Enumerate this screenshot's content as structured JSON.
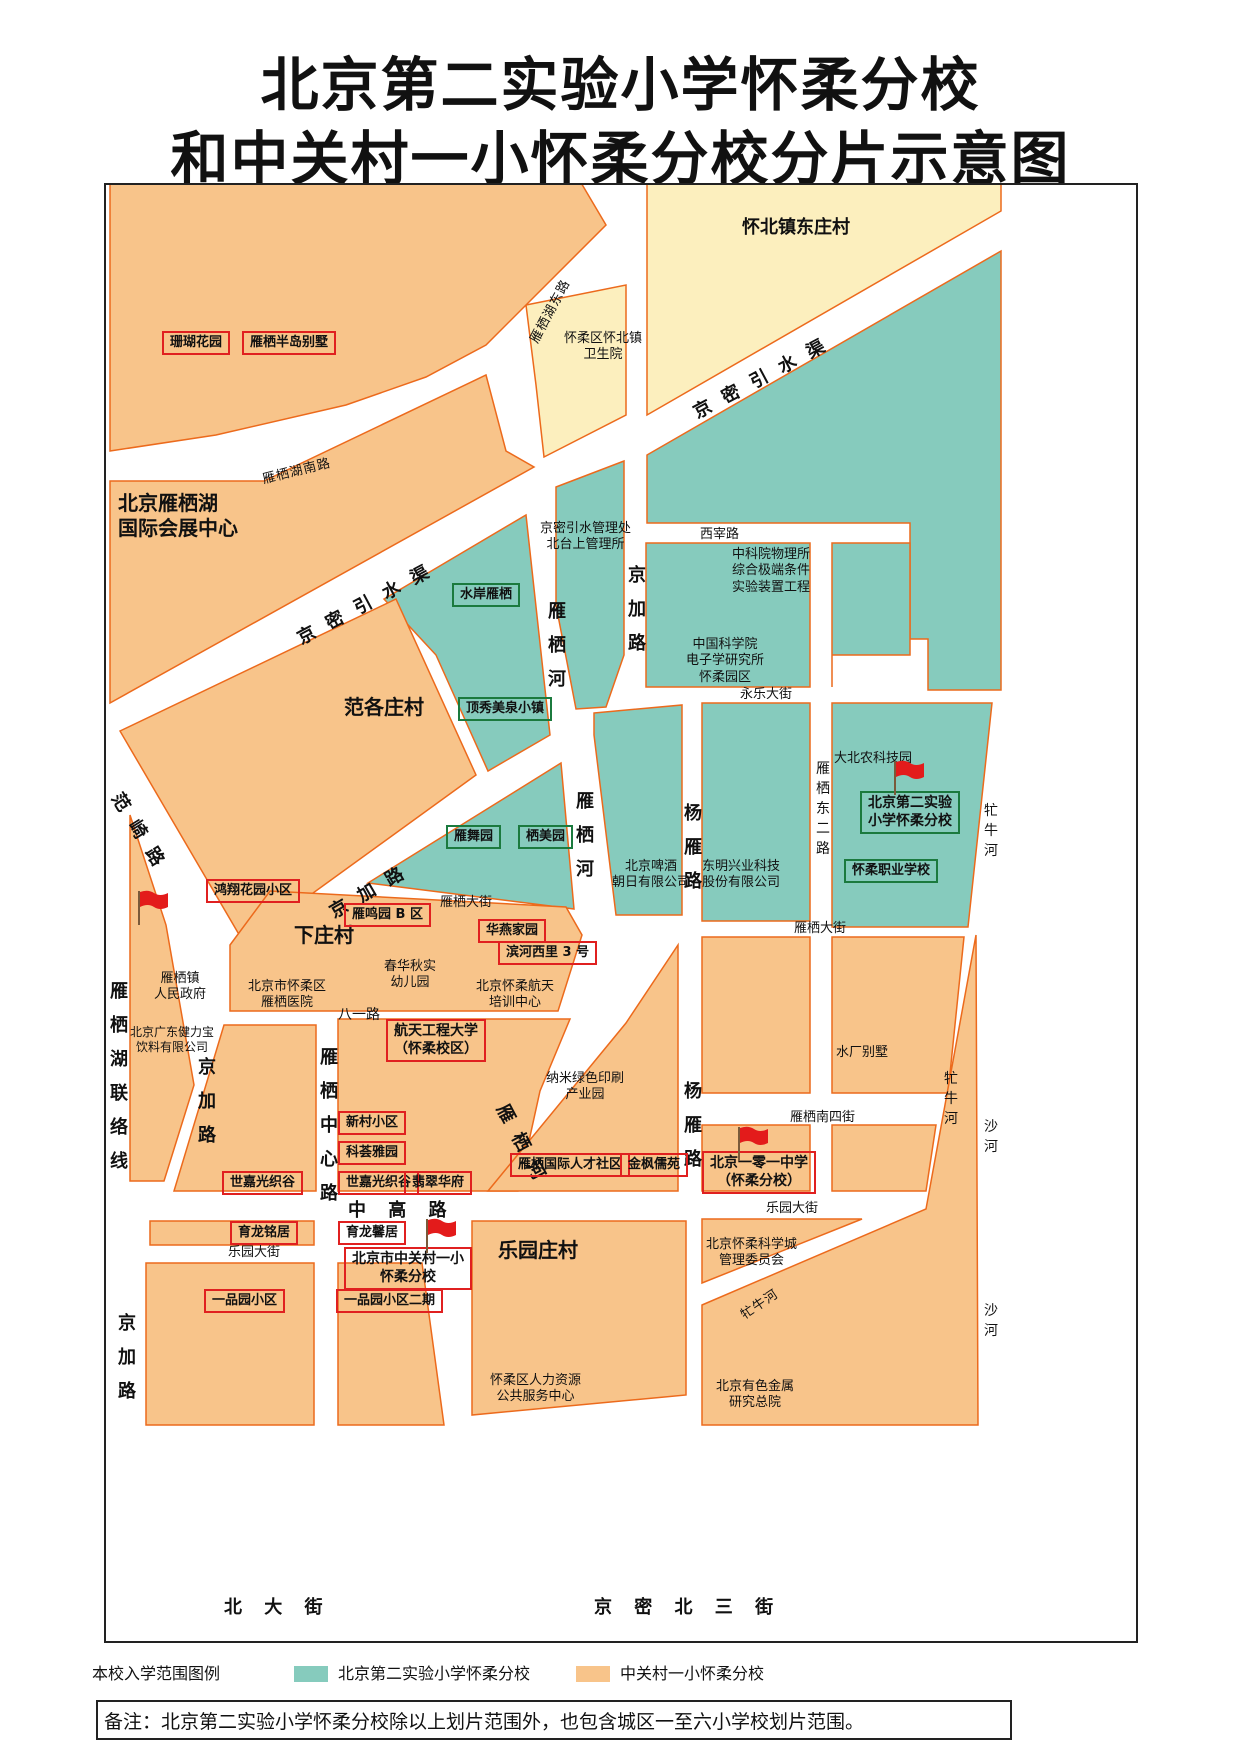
{
  "title": {
    "line1": "北京第二实验小学怀柔分校",
    "line2": "和中关村一小怀柔分校分片示意图"
  },
  "colors": {
    "green_zone": "#86cbbd",
    "orange_zone": "#f8c48a",
    "yellow_zone": "#fcefbe",
    "zone_border": "#ec6a1c",
    "label_box_red": "#e02020",
    "label_box_green": "#1b7a3e",
    "flag": "#e31b1b"
  },
  "areas": {
    "huaibei": "怀北镇东庄村",
    "yanqi_lake": "北京雁栖湖\n国际会展中心",
    "fangezhuang": "范各庄村",
    "xiazhuang": "下庄村",
    "leyuanzhuang": "乐园庄村"
  },
  "roads": {
    "jingmi_canal_ne": "京密引水渠",
    "jingmi_canal_w": "京密引水渠",
    "yanqihu_south": "雁栖湖南路",
    "yanqihu_east": "雁栖湖东路",
    "jingjia_upper": "京加路",
    "jingjia_diag": "京加路",
    "jingjia_left": "京加路",
    "jingjia_bottom": "京加路",
    "yanqi_river1": "雁栖河",
    "yanqi_river2": "雁栖河",
    "yanqi_river3": "雁栖河",
    "yangyan_1": "杨雁路",
    "yangyan_2": "杨雁路",
    "yanqi_east2": "雁栖东二路",
    "yanqi_middle": "雁栖中心路",
    "fanqi": "范崎路",
    "yanqihu_link": "雁栖湖联络线",
    "niuniu_1": "牤牛河",
    "niuniu_2": "牤牛河",
    "niuniu_3": "牤牛河",
    "shahe_1": "沙河",
    "shahe_2": "沙河",
    "xiyuan": "西宰路",
    "yongle": "永乐大街",
    "yanqi_ave_1": "雁栖大街",
    "yanqi_ave_2": "雁栖大街",
    "bayi": "八一路",
    "yanqi_south4": "雁栖南四街",
    "zhonggao": "中 高 路",
    "leyuan_ave_1": "乐园大街",
    "leyuan_ave_2": "乐园大街",
    "beida": "北 大 街",
    "jingmi_north3": "京 密 北 三 街"
  },
  "places_green": [
    "水岸雁栖",
    "顶秀美泉小镇",
    "雁舞园",
    "栖美园",
    "怀柔职业学校"
  ],
  "places_red": [
    "珊瑚花园",
    "雁栖半岛别墅",
    "鸿翔花园小区",
    "雁鸣园 B 区",
    "华燕家园",
    "滨河西里 3 号",
    "航天工程大学\n（怀柔校区）",
    "新村小区",
    "科荟雅园",
    "世嘉光织谷",
    "世嘉光织谷",
    "翡翠华府",
    "雁栖国际人才社区",
    "金枫儒苑",
    "育龙铭居",
    "育龙馨居",
    "一品园小区",
    "一品园小区二期",
    "北京一零一中学\n（怀柔分校）"
  ],
  "schools": {
    "school_green": "北京第二实验\n小学怀柔分校",
    "school_orange": "北京市中关村一小\n怀柔分校"
  },
  "landmarks": {
    "wsy": "怀柔区怀北镇\n卫生院",
    "jmys": "京密引水管理处\n北台上管理所",
    "zkw": "中科院物理所\n综合极端条件\n实验装置工程",
    "dzs": "中国科学院\n电子学研究所\n怀柔园区",
    "dbn": "大北农科技园",
    "beer": "北京啤酒\n朝日有限公司",
    "dongming": "东明兴业科技\n股份有限公司",
    "yqzf": "雁栖镇\n人民政府",
    "gdjl": "北京广东健力宝\n饮料有限公司",
    "yqyy": "北京市怀柔区\n雁栖医院",
    "chqs": "春华秋实\n幼儿园",
    "htpx": "北京怀柔航天\n培训中心",
    "nami": "纳米绿色印刷\n产业园",
    "water": "水厂别墅",
    "kxc": "北京怀柔科学城\n管理委员会",
    "rlzy": "怀柔区人力资源\n公共服务中心",
    "ysjs": "北京有色金属\n研究总院"
  },
  "legend": {
    "title": "本校入学范围图例",
    "green_label": "北京第二实验小学怀柔分校",
    "orange_label": "中关村一小怀柔分校"
  },
  "note": "备注：北京第二实验小学怀柔分校除以上划片范围外，也包含城区一至六小学校划片范围。"
}
